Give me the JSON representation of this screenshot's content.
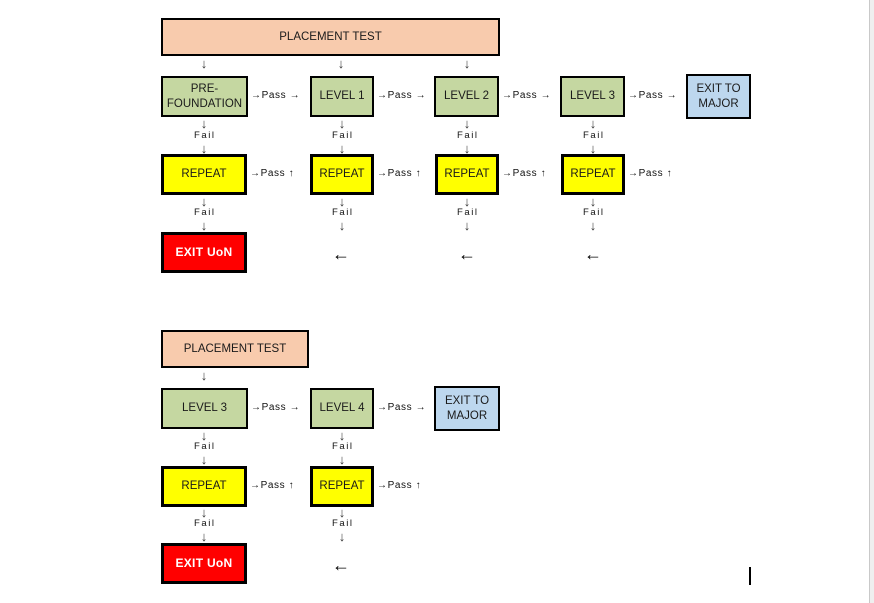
{
  "colors": {
    "placement_box": "#F8CBAD",
    "level_box": "#C5D7A1",
    "repeat_box": "#FFFF00",
    "exit_uon_box": "#FF0000",
    "exit_major_box": "#BDD7EE",
    "border": "#000000"
  },
  "glyphs": {
    "down": "↓",
    "back": "←"
  },
  "connector": {
    "pass_next": "→Pass →",
    "pass_up": "→Pass ↑",
    "fail": "Fail"
  },
  "chart_top": {
    "title": "PLACEMENT TEST",
    "levels": [
      "PRE-FOUNDATION",
      "LEVEL 1",
      "LEVEL 2",
      "LEVEL 3"
    ],
    "repeat_labels": [
      "REPEAT",
      "REPEAT",
      "REPEAT",
      "REPEAT"
    ],
    "exit_major": "EXIT TO MAJOR",
    "exit_uon": "EXIT UoN"
  },
  "chart_bottom": {
    "title": "PLACEMENT TEST",
    "levels": [
      "LEVEL 3",
      "LEVEL 4"
    ],
    "repeat_labels": [
      "REPEAT",
      "REPEAT"
    ],
    "exit_major": "EXIT TO MAJOR",
    "exit_uon": "EXIT UoN"
  }
}
